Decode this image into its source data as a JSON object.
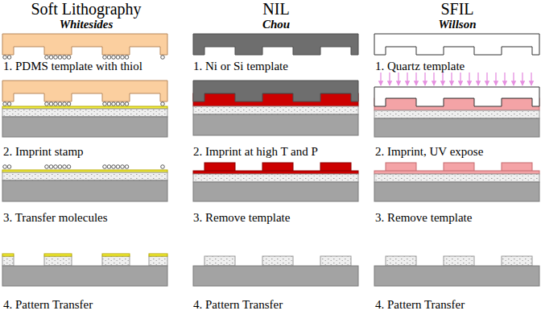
{
  "diagram": {
    "labels": [
      "Soft Lithography",
      "NIL",
      "SFIL",
      "Whitesides",
      "Chou",
      "Willson",
      "1. PDMS template with thiol",
      "1. Ni or Si template",
      "1. Quartz template",
      "2. Imprint stamp",
      "2. Imprint at high T and P",
      "2. Imprint, UV expose",
      "3. Transfer molecules",
      "3. Remove template",
      "3. Remove template",
      "4. Pattern Transfer",
      "4. Pattern Transfer",
      "4. Pattern Transfer"
    ]
  }
}
